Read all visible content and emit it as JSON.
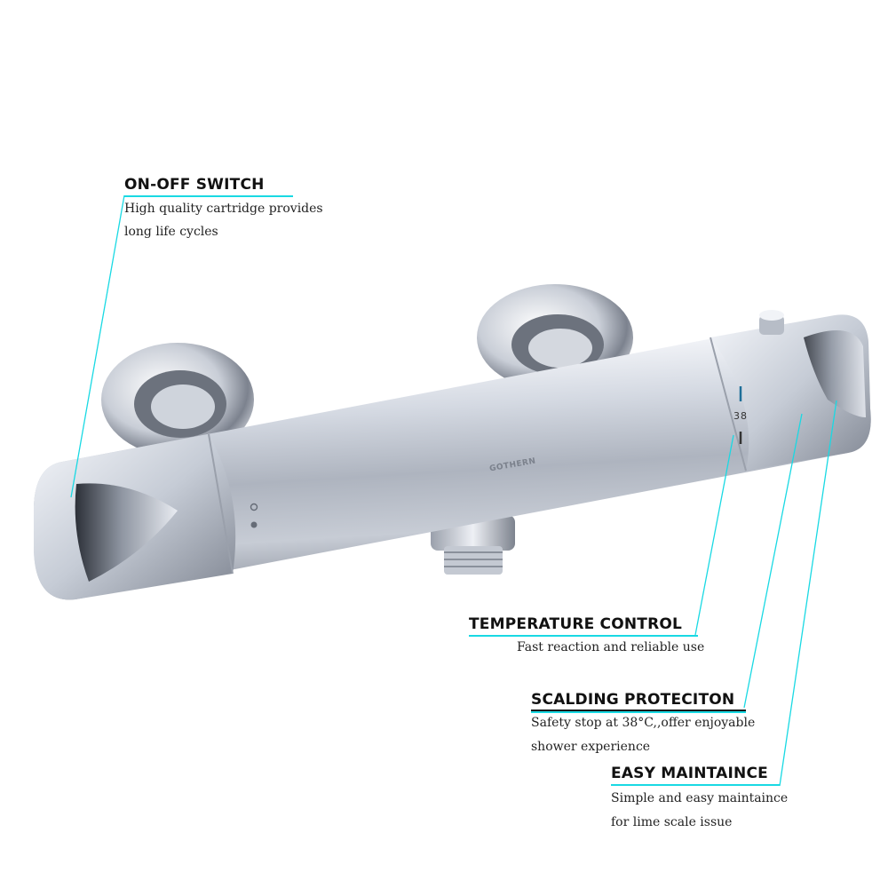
{
  "product": {
    "brand_mark": "GOTHERN",
    "temperature_mark": "38"
  },
  "callouts": {
    "on_off": {
      "title": "ON-OFF SWITCH",
      "lines": [
        "High quality cartridge provides",
        "long life cycles"
      ]
    },
    "temperature": {
      "title": "TEMPERATURE CONTROL",
      "lines": [
        "Fast reaction and reliable use"
      ]
    },
    "scalding": {
      "title": "SCALDING PROTECITON",
      "lines": [
        "Safety stop at 38°C,,offer enjoyable",
        "shower experience"
      ]
    },
    "maintenance": {
      "title": "EASY MAINTAINCE",
      "lines": [
        "Simple and easy maintaince",
        "for lime scale issue"
      ]
    }
  },
  "colors": {
    "accent": "#19d9e3",
    "chrome_light": "#f3f5fa",
    "chrome_mid": "#b8bec9",
    "chrome_dark": "#5e6470"
  }
}
